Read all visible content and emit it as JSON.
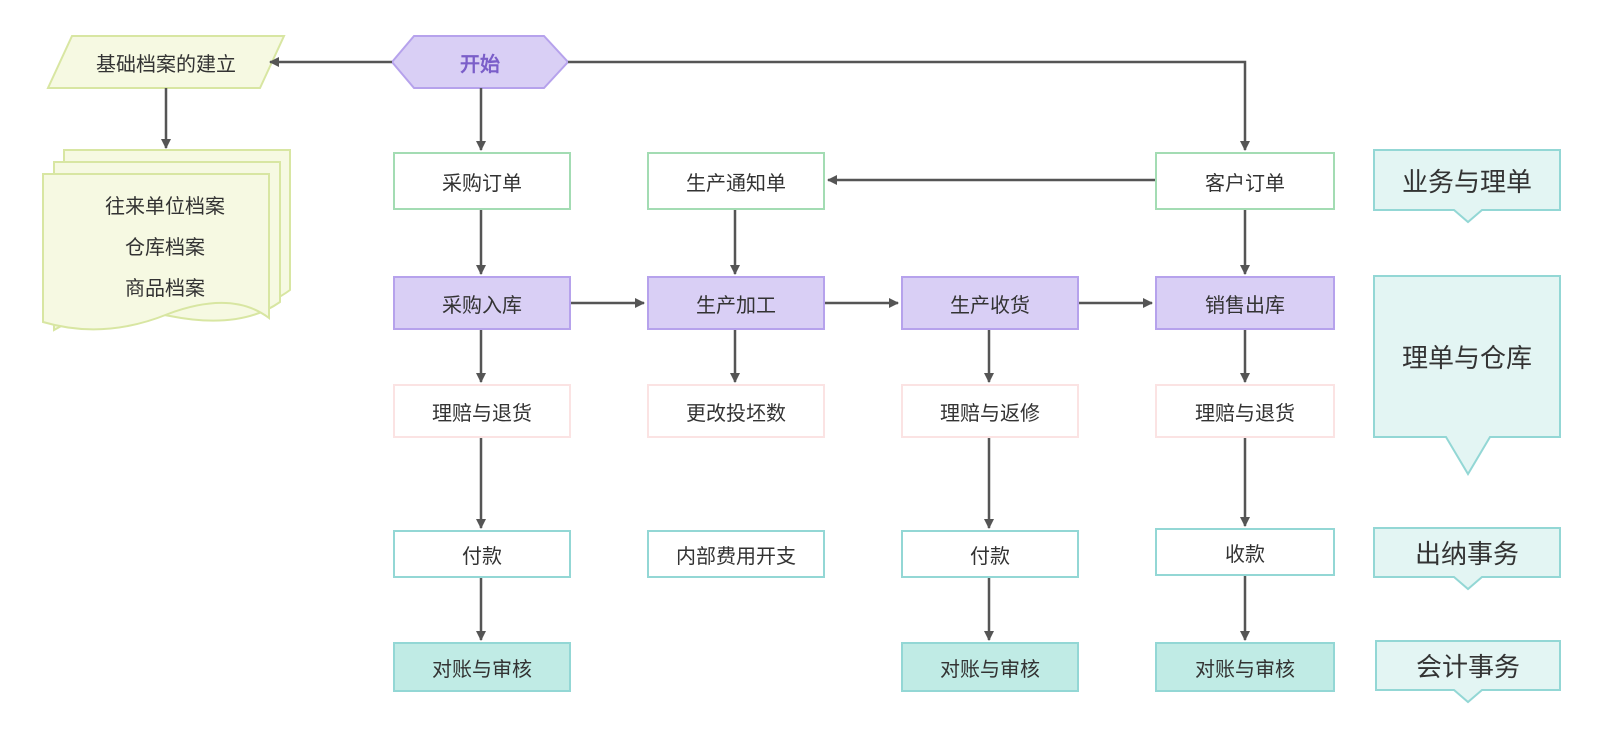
{
  "start": "开始",
  "base_setup": "基础档案的建立",
  "archives": [
    "往来单位档案",
    "仓库档案",
    "商品档案"
  ],
  "orders": {
    "purchase_order": "采购订单",
    "production_notice": "生产通知单",
    "customer_order": "客户订单"
  },
  "warehouse": {
    "purchase_in": "采购入库",
    "production_process": "生产加工",
    "production_receive": "生产收货",
    "sales_out": "销售出库"
  },
  "adjust": {
    "purchase_return": "理赔与退货",
    "change_damage": "更改投坯数",
    "repair_return": "理赔与返修",
    "sales_return": "理赔与退货"
  },
  "cashier": {
    "pay_1": "付款",
    "internal_expense": "内部费用开支",
    "pay_2": "付款",
    "receive": "收款"
  },
  "accounting": {
    "audit_1": "对账与审核",
    "audit_2": "对账与审核",
    "audit_3": "对账与审核"
  },
  "side_labels": {
    "business": "业务与理单",
    "warehouse": "理单与仓库",
    "cashier": "出纳事务",
    "accounting": "会计事务"
  },
  "colors": {
    "green_border": "#a3dcb3",
    "purple_border": "#b6a2ec",
    "purple_fill": "#d9cff5",
    "pink_border": "#fbe3e3",
    "teal_border": "#93d7d5",
    "teal_fill": "#c0ebe5",
    "callout_fill": "#e3f5f3",
    "doc_fill": "#f6f9e2",
    "doc_border": "#d8e6a2",
    "arrow": "#555555"
  }
}
